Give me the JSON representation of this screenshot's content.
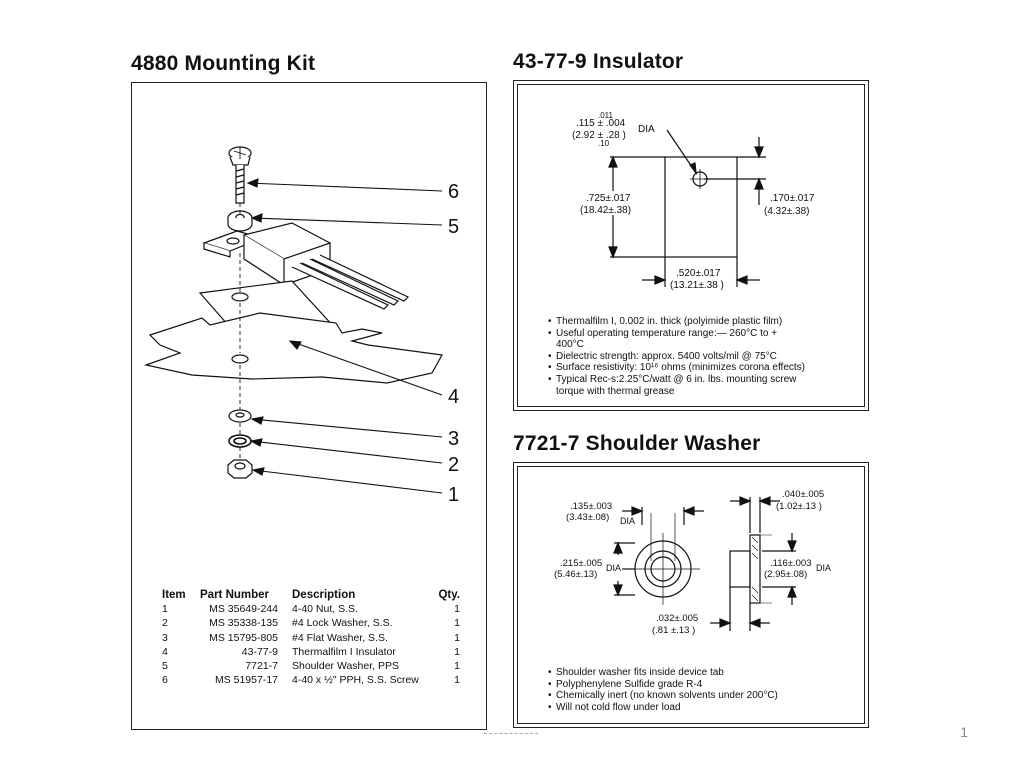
{
  "left": {
    "title": "4880 Mounting Kit",
    "callouts": [
      "6",
      "5",
      "4",
      "3",
      "2",
      "1"
    ],
    "table": {
      "headers": [
        "Item",
        "Part Number",
        "Description",
        "Qty."
      ],
      "rows": [
        [
          "1",
          "MS 35649-244",
          "4-40 Nut, S.S.",
          "1"
        ],
        [
          "2",
          "MS 35338-135",
          "#4 Lock Washer, S.S.",
          "1"
        ],
        [
          "3",
          "MS 15795-805",
          "#4 Flat Washer, S.S.",
          "1"
        ],
        [
          "4",
          "43-77-9",
          "Thermalfilm Ι Insulator",
          "1"
        ],
        [
          "5",
          "7721-7",
          "Shoulder Washer, PPS",
          "1"
        ],
        [
          "6",
          "MS 51957-17",
          "4-40 x ½\" PPH, S.S. Screw",
          "1"
        ]
      ]
    }
  },
  "insulator": {
    "title": "43-77-9 Insulator",
    "dims": {
      "hole_nominal": ".115 ± .004",
      "hole_upper": ".011",
      "hole_metric": "(2.92 ± .28 )",
      "hole_metric_lower": ".10",
      "dia": "DIA",
      "height": ".725±.017",
      "height_metric": "(18.42±.38)",
      "offset": ".170±.017",
      "offset_metric": "(4.32±.38)",
      "width": ".520±.017",
      "width_metric": "(13.21±.38 )"
    },
    "bullets": [
      "Thermalfilm Ι, 0.002 in. thick (polyimide plastic film)",
      "Useful operating temperature range:— 260°C to +",
      "400°C",
      "Dielectric strength: approx. 5400 volts/mil @ 75°C",
      "Surface resistivity: 10¹⁶ ohms (minimizes corona effects)",
      "Typical Rec-s:2.25°C/watt @ 6 in. lbs. mounting screw",
      "torque with thermal grease"
    ]
  },
  "washer": {
    "title": "7721-7 Shoulder Washer",
    "dims": {
      "id_nominal": ".135±.003",
      "id_metric": "(3.43±.08)",
      "id_dia": "DIA",
      "od_nominal": ".215±.005",
      "od_metric": "(5.46±.13)",
      "od_dia": "DIA",
      "flange_nominal": ".040±.005",
      "flange_metric": "(1.02±.13 )",
      "shoulder_nominal": ".116±.003",
      "shoulder_metric": "(2.95±.08)",
      "shoulder_dia": "DIA",
      "thick_nominal": ".032±.005",
      "thick_metric": "(.81 ±.13 )"
    },
    "bullets": [
      "Shoulder washer fits inside device tab",
      "Polyphenylene Sulfide grade R-4",
      "Chemically inert (no known solvents under 200°C)",
      "Will not cold flow under load"
    ]
  },
  "page_number": "1"
}
